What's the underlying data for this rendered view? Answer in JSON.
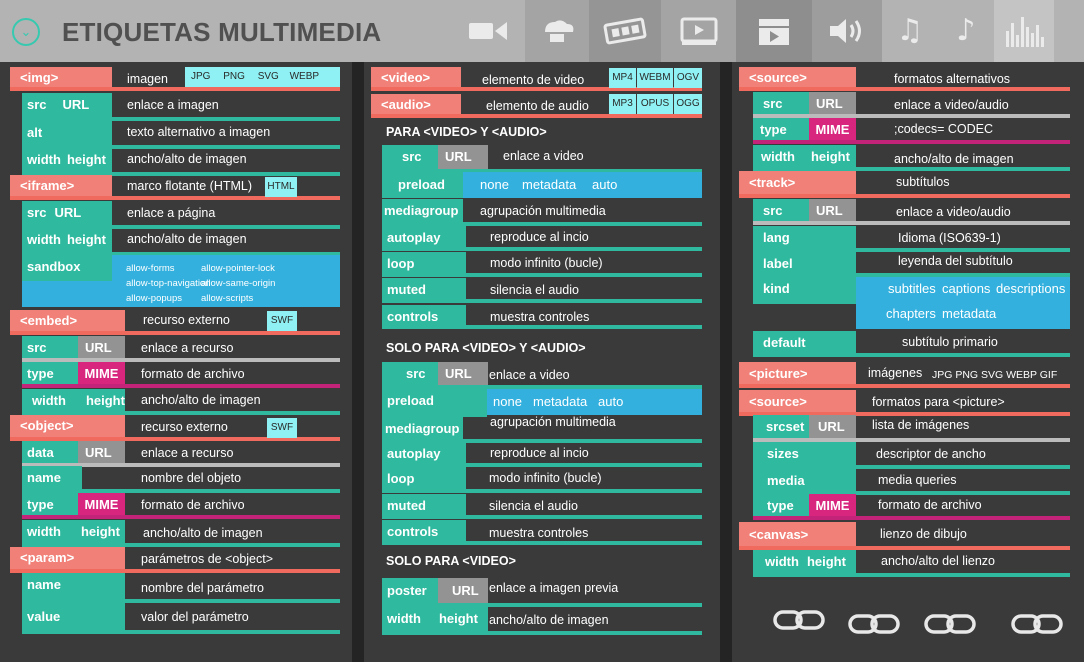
{
  "header": {
    "title": "ETIQUETAS MULTIMEDIA",
    "toolbar_icons": [
      "video-camera-icon",
      "cloud-stack-icon",
      "slides-icon",
      "video-player-icon",
      "clapperboard-icon",
      "speaker-icon",
      "music-notes-icon",
      "music-note-icon",
      "equalizer-icon"
    ]
  },
  "col1": {
    "img": {
      "tag": "<img>",
      "desc": "imagen",
      "formats": [
        "JPG",
        "PNG",
        "SVG",
        "WEBP"
      ]
    },
    "img_src": {
      "label": "src",
      "url": "URL",
      "desc": "enlace a imagen"
    },
    "img_alt": {
      "label": "alt",
      "desc": "texto alternativo a imagen"
    },
    "img_wh": {
      "w": "width",
      "h": "height",
      "desc": "ancho/alto de imagen"
    },
    "iframe": {
      "tag": "<iframe>",
      "desc": "marco flotante (HTML)",
      "chip": "HTML"
    },
    "iframe_src": {
      "label": "src",
      "url": "URL",
      "desc": "enlace a página"
    },
    "iframe_wh": {
      "w": "width",
      "h": "height",
      "desc": "ancho/alto de imagen"
    },
    "sandbox": {
      "label": "sandbox",
      "values": [
        "allow-forms",
        "allow-pointer-lock",
        "allow-top-navigation",
        "allow-same-origin",
        "allow-popups",
        "allow-scripts"
      ]
    },
    "embed": {
      "tag": "<embed>",
      "desc": "recurso externo",
      "chip": "SWF"
    },
    "embed_src": {
      "label": "src",
      "url": "URL",
      "desc": "enlace a recurso"
    },
    "embed_type": {
      "label": "type",
      "mime": "MIME",
      "desc": "formato de archivo"
    },
    "embed_wh": {
      "w": "width",
      "h": "height",
      "desc": "ancho/alto de imagen"
    },
    "object": {
      "tag": "<object>",
      "desc": "recurso externo",
      "chip": "SWF"
    },
    "object_data": {
      "label": "data",
      "url": "URL",
      "desc": "enlace a recurso"
    },
    "object_name": {
      "label": "name",
      "desc": "nombre del objeto"
    },
    "object_type": {
      "label": "type",
      "mime": "MIME",
      "desc": "formato de archivo"
    },
    "object_wh": {
      "w": "width",
      "h": "height",
      "desc": "ancho/alto de imagen"
    },
    "param": {
      "tag": "<param>",
      "desc": "parámetros de <object>"
    },
    "param_name": {
      "label": "name",
      "desc": "nombre del parámetro"
    },
    "param_value": {
      "label": "value",
      "desc": "valor del parámetro"
    }
  },
  "col2": {
    "video": {
      "tag": "<video>",
      "desc": "elemento de video",
      "formats": [
        "MP4",
        "WEBM",
        "OGV"
      ]
    },
    "audio": {
      "tag": "<audio>",
      "desc": "elemento de audio",
      "formats": [
        "MP3",
        "OPUS",
        "OGG"
      ]
    },
    "section1": "PARA <VIDEO> Y <AUDIO>",
    "s1_src": {
      "label": "src",
      "url": "URL",
      "desc": "enlace a video"
    },
    "s1_preload": {
      "label": "preload",
      "values": [
        "none",
        "metadata",
        "auto"
      ]
    },
    "s1_mediagroup": {
      "label": "mediagroup",
      "desc": "agrupación multimedia"
    },
    "s1_autoplay": {
      "label": "autoplay",
      "desc": "reproduce al incio"
    },
    "s1_loop": {
      "label": "loop",
      "desc": "modo infinito (bucle)"
    },
    "s1_muted": {
      "label": "muted",
      "desc": "silencia el audio"
    },
    "s1_controls": {
      "label": "controls",
      "desc": "muestra controles"
    },
    "section2": "SOLO PARA <VIDEO> Y <AUDIO>",
    "s2_src": {
      "label": "src",
      "url": "URL",
      "desc": "enlace a video"
    },
    "s2_preload": {
      "label": "preload",
      "values": [
        "none",
        "metadata",
        "auto"
      ]
    },
    "s2_mediagroup": {
      "label": "mediagroup",
      "desc": "agrupación multimedia"
    },
    "s2_autoplay": {
      "label": "autoplay",
      "desc": "reproduce al incio"
    },
    "s2_loop": {
      "label": "loop",
      "desc": "modo infinito (bucle)"
    },
    "s2_muted": {
      "label": "muted",
      "desc": "silencia el audio"
    },
    "s2_controls": {
      "label": "controls",
      "desc": "muestra controles"
    },
    "section3": "SOLO PARA <VIDEO>",
    "s3_poster": {
      "label": "poster",
      "url": "URL",
      "desc": "enlace a imagen previa"
    },
    "s3_wh": {
      "w": "width",
      "h": "height",
      "desc": "ancho/alto de imagen"
    }
  },
  "col3": {
    "source": {
      "tag": "<source>",
      "desc": "formatos alternativos"
    },
    "source_src": {
      "label": "src",
      "url": "URL",
      "desc": "enlace a video/audio"
    },
    "source_type": {
      "label": "type",
      "mime": "MIME",
      "desc": ";codecs= CODEC"
    },
    "source_wh": {
      "w": "width",
      "h": "height",
      "desc": "ancho/alto de imagen"
    },
    "track": {
      "tag": "<track>",
      "desc": "subtítulos"
    },
    "track_src": {
      "label": "src",
      "url": "URL",
      "desc": "enlace a video/audio"
    },
    "track_lang": {
      "label": "lang",
      "desc": "Idioma (ISO639-1)"
    },
    "track_label": {
      "label": "label",
      "desc": "leyenda del subtítulo"
    },
    "track_kind": {
      "label": "kind",
      "values": [
        "subtitles",
        "captions",
        "descriptions",
        "chapters",
        "metadata"
      ]
    },
    "track_default": {
      "label": "default",
      "desc": "subtítulo primario"
    },
    "picture": {
      "tag": "<picture>",
      "desc": "imágenes",
      "formats": "JPG PNG  SVG  WEBP  GIF"
    },
    "psource": {
      "tag": "<source>",
      "desc": "formatos para <picture>"
    },
    "ps_srcset": {
      "label": "srcset",
      "url": "URL",
      "desc": "lista de imágenes"
    },
    "ps_sizes": {
      "label": "sizes",
      "desc": "descriptor de ancho"
    },
    "ps_media": {
      "label": "media",
      "desc": "media queries"
    },
    "ps_type": {
      "label": "type",
      "mime": "MIME",
      "desc": "formato de archivo"
    },
    "canvas": {
      "tag": "<canvas>",
      "desc": "lienzo de dibujo"
    },
    "canvas_wh": {
      "w": "width",
      "h": "height",
      "desc": "ancho/alto del lienzo"
    },
    "link_icons": [
      "chain-link-icon",
      "chain-link-icon",
      "chain-link-icon",
      "chain-link-icon"
    ]
  },
  "colors": {
    "tag_header": "#f08078",
    "attribute": "#2fb99e",
    "url_box": "#939393",
    "mime": "#d8267f",
    "values": "#33b0de",
    "format_chip": "#8ff1f3",
    "title": "#505050"
  }
}
